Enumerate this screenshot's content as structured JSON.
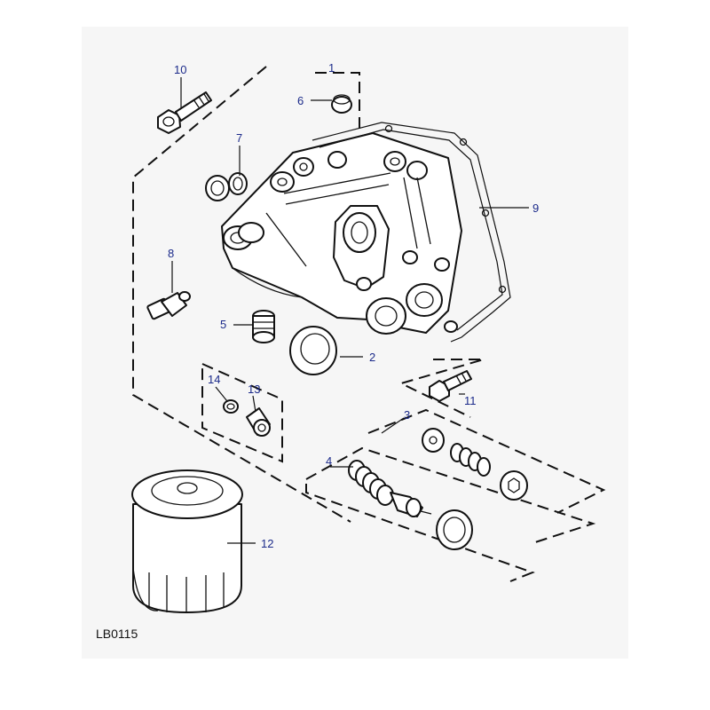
{
  "diagram": {
    "reference_code": "LB0115",
    "callouts": [
      {
        "id": "c1",
        "label": "1"
      },
      {
        "id": "c2",
        "label": "2"
      },
      {
        "id": "c3",
        "label": "3"
      },
      {
        "id": "c4",
        "label": "4"
      },
      {
        "id": "c5",
        "label": "5"
      },
      {
        "id": "c6",
        "label": "6"
      },
      {
        "id": "c7",
        "label": "7"
      },
      {
        "id": "c8",
        "label": "8"
      },
      {
        "id": "c9",
        "label": "9"
      },
      {
        "id": "c10",
        "label": "10"
      },
      {
        "id": "c11",
        "label": "11"
      },
      {
        "id": "c12",
        "label": "12"
      },
      {
        "id": "c13",
        "label": "13"
      },
      {
        "id": "c14",
        "label": "14"
      }
    ],
    "colors": {
      "callout_text": "#1b2a8a",
      "line": "#111111",
      "panel_background": "#f6f6f6"
    }
  }
}
